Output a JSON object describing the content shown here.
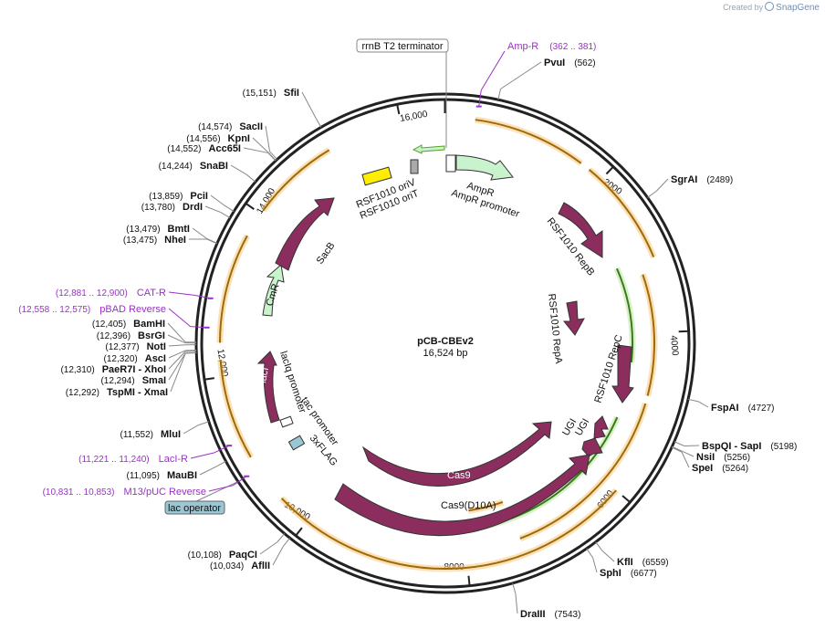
{
  "credit": {
    "prefix": "Created by",
    "brand": "SnapGene"
  },
  "plasmid": {
    "name": "pCB-CBEv2",
    "length_label": "16,524 bp"
  },
  "ticks": [
    {
      "label": "2000",
      "bp": 2000
    },
    {
      "label": "4000",
      "bp": 4000
    },
    {
      "label": "6000",
      "bp": 6000
    },
    {
      "label": "8000",
      "bp": 8000
    },
    {
      "label": "10,000",
      "bp": 10000
    },
    {
      "label": "12,000",
      "bp": 12000
    },
    {
      "label": "14,000",
      "bp": 14000
    },
    {
      "label": "16,000",
      "bp": 16000
    }
  ],
  "sites_right": [
    {
      "name": "PvuI",
      "pos": "(562)"
    },
    {
      "name": "SgrAI",
      "pos": "(2489)"
    },
    {
      "name": "FspAI",
      "pos": "(4727)"
    },
    {
      "name": "BspQI  - SapI",
      "pos": "(5198)"
    },
    {
      "name": "NsiI",
      "pos": "(5256)"
    },
    {
      "name": "SpeI",
      "pos": "(5264)"
    },
    {
      "name": "KflI",
      "pos": "(6559)"
    },
    {
      "name": "SphI",
      "pos": "(6677)"
    },
    {
      "name": "DraIII",
      "pos": "(7543)"
    }
  ],
  "sites_left": [
    {
      "name": "SfiI",
      "pos": "(15,151)"
    },
    {
      "name": "SacII",
      "pos": "(14,574)"
    },
    {
      "name": "KpnI",
      "pos": "(14,556)"
    },
    {
      "name": "Acc65I",
      "pos": "(14,552)"
    },
    {
      "name": "SnaBI",
      "pos": "(14,244)"
    },
    {
      "name": "PciI",
      "pos": "(13,859)"
    },
    {
      "name": "DrdI",
      "pos": "(13,780)"
    },
    {
      "name": "BmtI",
      "pos": "(13,479)"
    },
    {
      "name": "NheI",
      "pos": "(13,475)"
    },
    {
      "name": "BamHI",
      "pos": "(12,405)"
    },
    {
      "name": "BsrGI",
      "pos": "(12,396)"
    },
    {
      "name": "NotI",
      "pos": "(12,377)"
    },
    {
      "name": "AscI",
      "pos": "(12,320)"
    },
    {
      "name": "PaeR7I  - XhoI",
      "pos": "(12,310)"
    },
    {
      "name": "SmaI",
      "pos": "(12,294)"
    },
    {
      "name": "TspMI  - XmaI",
      "pos": "(12,292)"
    },
    {
      "name": "MluI",
      "pos": "(11,552)"
    },
    {
      "name": "MauBI",
      "pos": "(11,095)"
    },
    {
      "name": "PaqCI",
      "pos": "(10,108)"
    },
    {
      "name": "AflII",
      "pos": "(10,034)"
    }
  ],
  "primers": [
    {
      "name": "Amp-R",
      "range": "(362 .. 381)"
    },
    {
      "name": "CAT-R",
      "range": "(12,881 .. 12,900)"
    },
    {
      "name": "pBAD Reverse",
      "range": "(12,558 .. 12,575)"
    },
    {
      "name": "LacI-R",
      "range": "(11,221 .. 11,240)"
    },
    {
      "name": "M13/pUC Reverse",
      "range": "(10,831 .. 10,853)"
    }
  ],
  "boxed_features": [
    {
      "name": "rrnB T2 terminator"
    },
    {
      "name": "lac operator"
    }
  ],
  "features": [
    {
      "name": "AmpR"
    },
    {
      "name": "AmpR promoter"
    },
    {
      "name": "RSF1010 RepB"
    },
    {
      "name": "RSF1010 RepA"
    },
    {
      "name": "RSF1010 RepC"
    },
    {
      "name": "UGI"
    },
    {
      "name": "UGI"
    },
    {
      "name": "Cas9"
    },
    {
      "name": "Cas9(D10A)"
    },
    {
      "name": "3xFLAG"
    },
    {
      "name": "tac promoter"
    },
    {
      "name": "lacIq promoter"
    },
    {
      "name": "lacI"
    },
    {
      "name": "CmR"
    },
    {
      "name": "SacB"
    },
    {
      "name": "RSF1010 oriV"
    },
    {
      "name": "RSF1010 oriT"
    }
  ],
  "colors": {
    "backbone": "#222222",
    "cds": "#8b2e5e",
    "marker": "#c9f3cc",
    "primer": "#9b30c8",
    "orange_feature": "#d48a14",
    "green_feature": "#5aa02c",
    "oriv": "#ffee00",
    "lac_operator": "#9ac7d3"
  }
}
